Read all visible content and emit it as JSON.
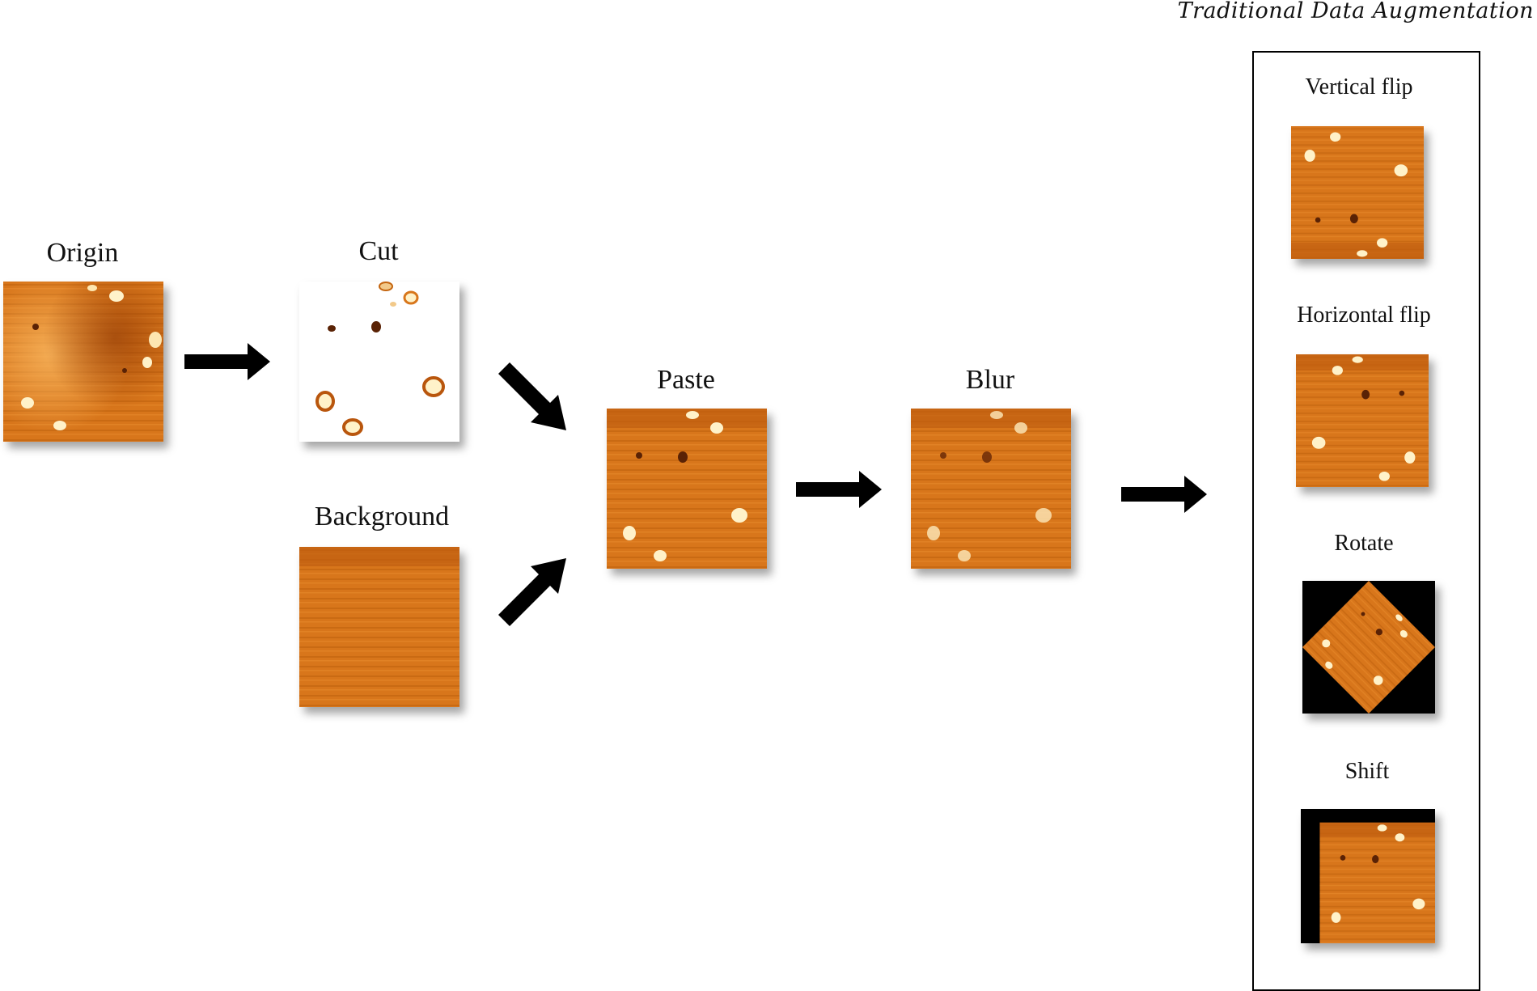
{
  "diagram": {
    "stages": {
      "origin": "Origin",
      "cut": "Cut",
      "background": "Background",
      "paste": "Paste",
      "blur": "Blur"
    },
    "augmentation": {
      "title": "Traditional Data Augmentation",
      "items": [
        "Vertical flip",
        "Horizontal flip",
        "Rotate",
        "Shift"
      ]
    }
  },
  "colors": {
    "texture_base": "#dc7a1c",
    "texture_dark": "#b9560d",
    "particle": "#fff2c9",
    "pit": "#5a2205",
    "arrow": "#000000"
  }
}
